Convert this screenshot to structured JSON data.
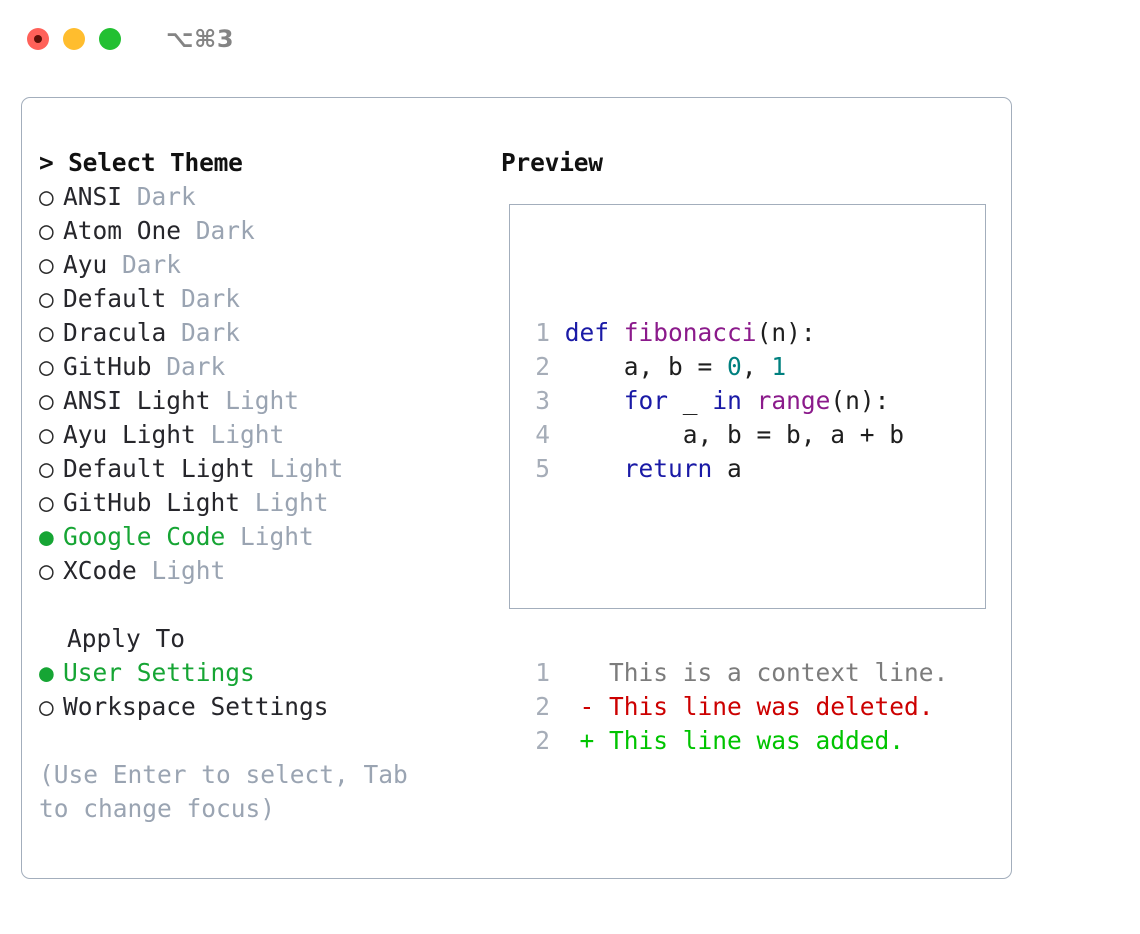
{
  "window": {
    "shortcut": "⌥⌘3",
    "traffic_lights": [
      "close-red",
      "minimize-yellow",
      "maximize-green"
    ]
  },
  "theme_picker": {
    "caret": ">",
    "title": "Select Theme",
    "bullet_on": "●",
    "bullet_off": "○",
    "items": [
      {
        "name": "ANSI",
        "kind": "Dark",
        "selected": false
      },
      {
        "name": "Atom One",
        "kind": "Dark",
        "selected": false
      },
      {
        "name": "Ayu",
        "kind": "Dark",
        "selected": false
      },
      {
        "name": "Default",
        "kind": "Dark",
        "selected": false
      },
      {
        "name": "Dracula",
        "kind": "Dark",
        "selected": false
      },
      {
        "name": "GitHub",
        "kind": "Dark",
        "selected": false
      },
      {
        "name": "ANSI Light",
        "kind": "Light",
        "selected": false
      },
      {
        "name": "Ayu Light",
        "kind": "Light",
        "selected": false
      },
      {
        "name": "Default Light",
        "kind": "Light",
        "selected": false
      },
      {
        "name": "GitHub Light",
        "kind": "Light",
        "selected": false
      },
      {
        "name": "Google Code",
        "kind": "Light",
        "selected": true
      },
      {
        "name": "XCode",
        "kind": "Light",
        "selected": false
      }
    ]
  },
  "apply_to": {
    "label": "Apply To",
    "options": [
      {
        "name": "User Settings",
        "selected": true
      },
      {
        "name": "Workspace Settings",
        "selected": false
      }
    ]
  },
  "hint": "(Use Enter to select, Tab to change focus)",
  "preview": {
    "title": "Preview",
    "code_lines": [
      {
        "n": "1",
        "tokens": [
          {
            "t": "def",
            "c": "kw"
          },
          {
            "t": " ",
            "c": "pl"
          },
          {
            "t": "fibonacci",
            "c": "fn"
          },
          {
            "t": "(n):",
            "c": "pl"
          }
        ]
      },
      {
        "n": "2",
        "tokens": [
          {
            "t": "    a, b = ",
            "c": "pl"
          },
          {
            "t": "0",
            "c": "num"
          },
          {
            "t": ", ",
            "c": "pl"
          },
          {
            "t": "1",
            "c": "num"
          }
        ]
      },
      {
        "n": "3",
        "tokens": [
          {
            "t": "    ",
            "c": "pl"
          },
          {
            "t": "for",
            "c": "kw"
          },
          {
            "t": " _ ",
            "c": "pl"
          },
          {
            "t": "in",
            "c": "kw"
          },
          {
            "t": " ",
            "c": "pl"
          },
          {
            "t": "range",
            "c": "fn"
          },
          {
            "t": "(n):",
            "c": "pl"
          }
        ]
      },
      {
        "n": "4",
        "tokens": [
          {
            "t": "        a, b = b, a + b",
            "c": "pl"
          }
        ]
      },
      {
        "n": "5",
        "tokens": [
          {
            "t": "    ",
            "c": "pl"
          },
          {
            "t": "return",
            "c": "kw"
          },
          {
            "t": " a",
            "c": "pl"
          }
        ]
      }
    ],
    "diff_lines": [
      {
        "n": "1",
        "marker": "  ",
        "text": "This is a context line.",
        "c": "ctx"
      },
      {
        "n": "2",
        "marker": "- ",
        "text": "This line was deleted.",
        "c": "del"
      },
      {
        "n": "2",
        "marker": "+ ",
        "text": "This line was added.",
        "c": "add"
      }
    ]
  },
  "colors": {
    "accent_green": "#16a534",
    "muted": "#9aa4b2",
    "border": "#a3aebc",
    "keyword": "#1a1aa6",
    "function": "#8b1a8b",
    "number": "#00807f",
    "diff_deleted": "#cc0000",
    "diff_added": "#00c400",
    "context": "#7c7c7c",
    "line_number": "#a6adb8"
  }
}
